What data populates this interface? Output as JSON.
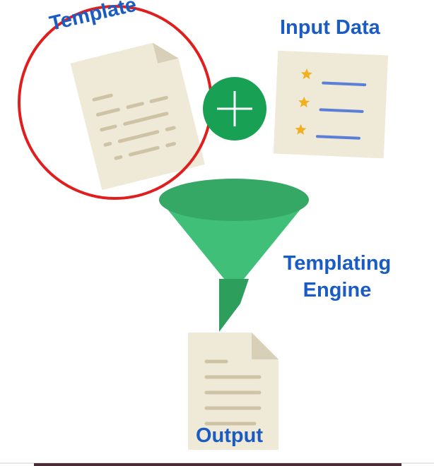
{
  "diagram": {
    "labels": {
      "template": "Template",
      "input_data": "Input Data",
      "engine_line1": "Templating",
      "engine_line2": "Engine",
      "output": "Output"
    },
    "colors": {
      "label_blue": "#1a5bc4",
      "highlight_circle": "#e01e1e",
      "plus_circle": "#18a054",
      "funnel_rim": "#36a866",
      "funnel_body": "#3fbf78",
      "funnel_stem": "#2e9e5c",
      "paper": "#efe9d8",
      "paper_fold": "#d8cfb8",
      "paper_lines": "#cfc3a6",
      "star": "#f2b01e",
      "input_lines": "#5b7ed6"
    },
    "icons": {
      "template_document": "document-icon",
      "input_document": "starred-list-icon",
      "plus": "plus-icon",
      "funnel": "funnel-icon",
      "output_document": "document-icon"
    }
  }
}
